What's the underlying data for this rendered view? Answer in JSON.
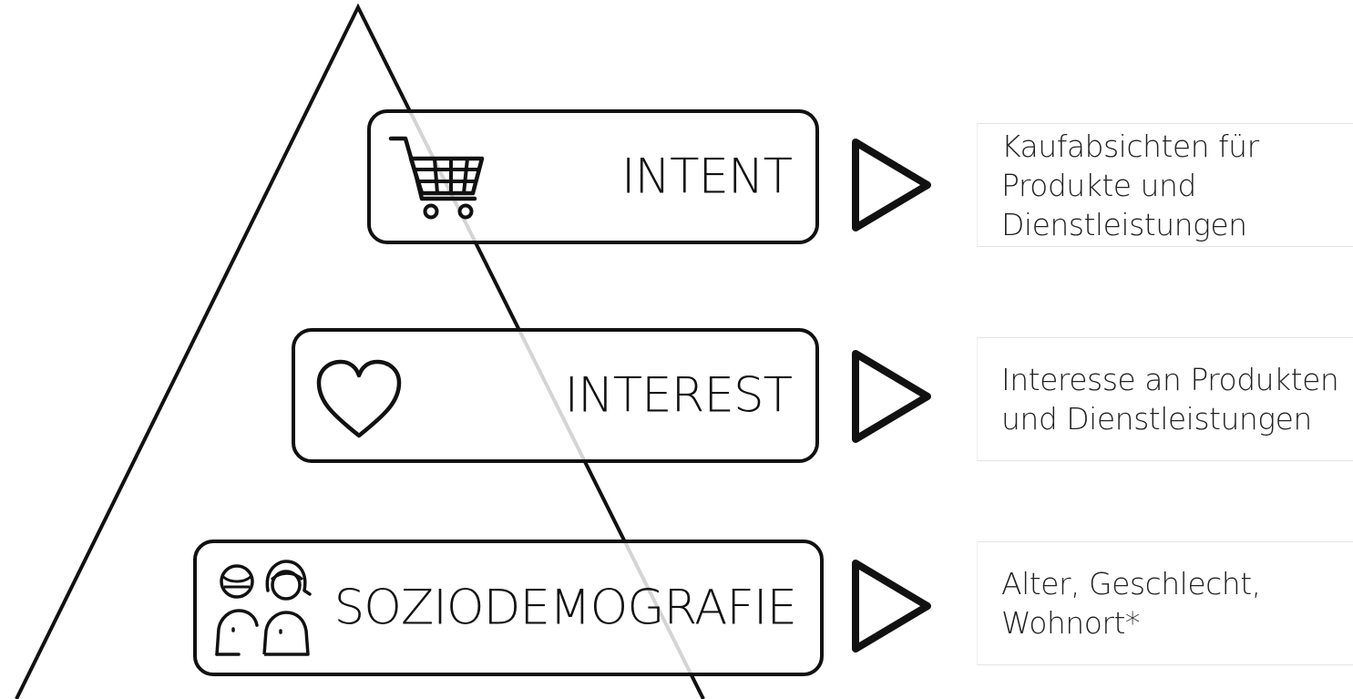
{
  "levels": [
    {
      "label": "INTENT",
      "icon": "shopping-cart-icon",
      "description_lines": [
        "Kaufabsichten für",
        "Produkte und",
        "Dienstleistungen"
      ]
    },
    {
      "label": "INTEREST",
      "icon": "heart-icon",
      "description_lines": [
        "Interesse an Produkten",
        "und Dienstleistungen"
      ]
    },
    {
      "label": "SOZIODEMOGRAFIE",
      "icon": "people-icon",
      "description_lines": [
        "Alter, Geschlecht,",
        "Wohnort*"
      ]
    }
  ],
  "colors": {
    "stroke": "#111111",
    "background": "#ffffff"
  }
}
